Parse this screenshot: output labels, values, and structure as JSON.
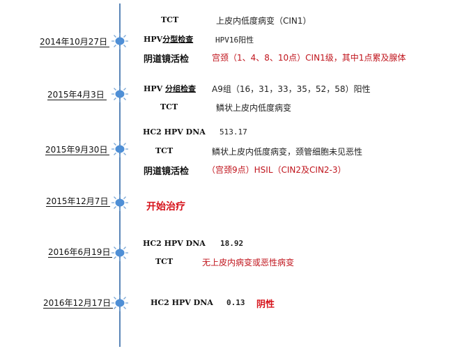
{
  "colors": {
    "axis": "#5b86b8",
    "marker": "#5b9bd5",
    "highlight_red": "#c0141c"
  },
  "events": [
    {
      "date": "2014年10月27日",
      "items": [
        {
          "label": "TCT",
          "value": "上皮内低度病变（CIN1）"
        },
        {
          "label_prefix": "HPV",
          "label_underlined": "分型检查",
          "value": "HPV16阳性"
        },
        {
          "label": "阴道镜活检",
          "value": "宫颈（1、4、8、10点）CIN1级，其中1点累及腺体"
        }
      ]
    },
    {
      "date": "2015年4月3日",
      "items": [
        {
          "label_prefix": "HPV ",
          "label_underlined": "分组检查",
          "value": "A9组（16，31，33，35，52，58）阳性"
        },
        {
          "label": "TCT",
          "value": "鳞状上皮内低度病变"
        }
      ]
    },
    {
      "date": "2015年9月30日",
      "items": [
        {
          "label": "HC2 HPV DNA",
          "value": "513.17"
        },
        {
          "label": "TCT",
          "value": "鳞状上皮内低度病变，颈管细胞未见恶性"
        },
        {
          "label": "阴道镜活检",
          "value": "（宫颈9点）HSIL（CIN2及CIN2-3）"
        }
      ]
    },
    {
      "date": "2015年12月7日",
      "note": "开始治疗"
    },
    {
      "date": "2016年6月19日",
      "items": [
        {
          "label": "HC2 HPV DNA",
          "value": "18.92"
        },
        {
          "label": "TCT",
          "value": "无上皮内病变或恶性病变"
        }
      ]
    },
    {
      "date": "2016年12月17日",
      "items": [
        {
          "label": "HC2 HPV DNA",
          "value": "0.13",
          "result": "阴性"
        }
      ]
    }
  ]
}
